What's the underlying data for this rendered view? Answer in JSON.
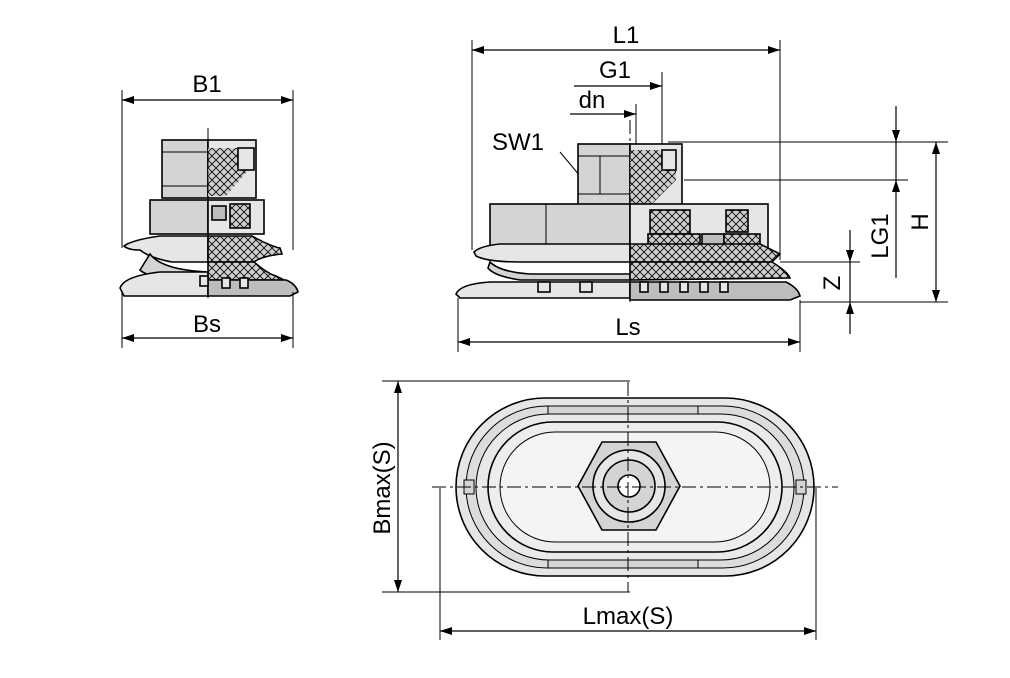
{
  "labels": {
    "b1": "B1",
    "bs": "Bs",
    "l1": "L1",
    "g1": "G1",
    "dn": "dn",
    "sw1": "SW1",
    "lg1": "LG1",
    "h": "H",
    "z": "Z",
    "ls": "Ls",
    "bmax": "Bmax(S)",
    "lmax": "Lmax(S)"
  }
}
